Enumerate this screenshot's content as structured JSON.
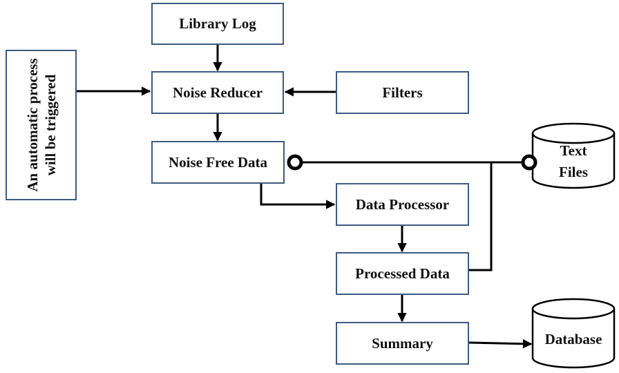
{
  "diagram": {
    "trigger_note": "An automatic process will be triggered",
    "nodes": {
      "library_log": "Library Log",
      "noise_reducer": "Noise Reducer",
      "filters": "Filters",
      "noise_free_data": "Noise Free Data",
      "data_processor": "Data Processor",
      "processed_data": "Processed Data",
      "summary": "Summary"
    },
    "stores": {
      "text_files_line1": "Text",
      "text_files_line2": "Files",
      "database": "Database"
    },
    "colors": {
      "box_border": "#3d5a80",
      "connector": "#000000"
    }
  }
}
